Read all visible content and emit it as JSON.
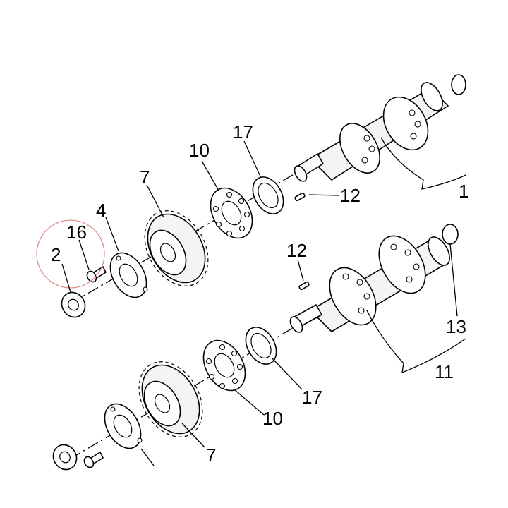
{
  "diagram": {
    "colors": {
      "line": "#000000",
      "background": "#ffffff",
      "markup_circle": "#e07a7a"
    },
    "callouts": {
      "c2": "2",
      "c16": "16",
      "c4": "4",
      "c7_top": "7",
      "c10_top": "10",
      "c17_top": "17",
      "c12_right": "12",
      "c1_partial": "1",
      "c12_mid": "12",
      "c13": "13",
      "c11": "11",
      "c17_bottom": "17",
      "c10_bottom": "10",
      "c7_bottom": "7"
    }
  }
}
